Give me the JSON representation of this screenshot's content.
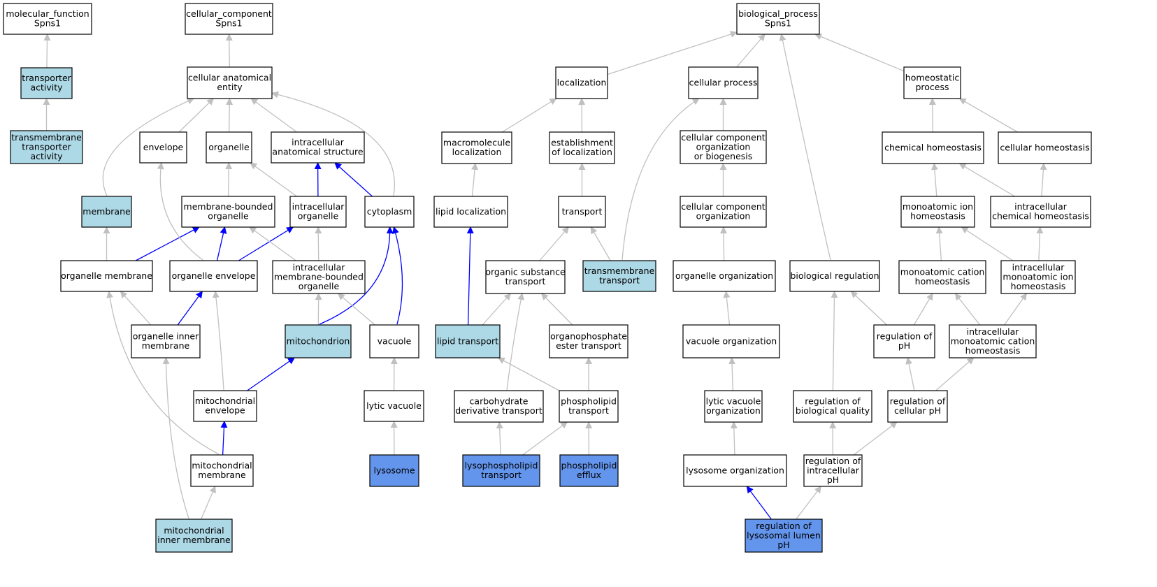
{
  "colors": {
    "plain": "#ffffff",
    "light": "#add8e6",
    "dark": "#6495ed",
    "edge_grey": "#c0c0c0",
    "edge_blue": "#0000ff"
  },
  "nodes": [
    {
      "id": "mf",
      "lines": [
        "molecular_function",
        "Spns1"
      ],
      "fill": "plain"
    },
    {
      "id": "cc",
      "lines": [
        "cellular_component",
        "Spns1"
      ],
      "fill": "plain"
    },
    {
      "id": "bp",
      "lines": [
        "biological_process",
        "Spns1"
      ],
      "fill": "plain"
    },
    {
      "id": "ta",
      "lines": [
        "transporter",
        "activity"
      ],
      "fill": "light"
    },
    {
      "id": "tta",
      "lines": [
        "transmembrane",
        "transporter",
        "activity"
      ],
      "fill": "light"
    },
    {
      "id": "cae",
      "lines": [
        "cellular anatomical",
        "entity"
      ],
      "fill": "plain"
    },
    {
      "id": "env",
      "lines": [
        "envelope"
      ],
      "fill": "plain"
    },
    {
      "id": "org",
      "lines": [
        "organelle"
      ],
      "fill": "plain"
    },
    {
      "id": "ias",
      "lines": [
        "intracellular",
        "anatomical structure"
      ],
      "fill": "plain"
    },
    {
      "id": "mem",
      "lines": [
        "membrane"
      ],
      "fill": "light"
    },
    {
      "id": "mbo",
      "lines": [
        "membrane-bounded",
        "organelle"
      ],
      "fill": "plain"
    },
    {
      "id": "io",
      "lines": [
        "intracellular",
        "organelle"
      ],
      "fill": "plain"
    },
    {
      "id": "cyt",
      "lines": [
        "cytoplasm"
      ],
      "fill": "plain"
    },
    {
      "id": "om",
      "lines": [
        "organelle membrane"
      ],
      "fill": "plain"
    },
    {
      "id": "oe",
      "lines": [
        "organelle envelope"
      ],
      "fill": "plain"
    },
    {
      "id": "imbo",
      "lines": [
        "intracellular",
        "membrane-bounded",
        "organelle"
      ],
      "fill": "plain"
    },
    {
      "id": "oim",
      "lines": [
        "organelle inner",
        "membrane"
      ],
      "fill": "plain"
    },
    {
      "id": "mito",
      "lines": [
        "mitochondrion"
      ],
      "fill": "light"
    },
    {
      "id": "vac",
      "lines": [
        "vacuole"
      ],
      "fill": "plain"
    },
    {
      "id": "me",
      "lines": [
        "mitochondrial",
        "envelope"
      ],
      "fill": "plain"
    },
    {
      "id": "lv",
      "lines": [
        "lytic vacuole"
      ],
      "fill": "plain"
    },
    {
      "id": "mm",
      "lines": [
        "mitochondrial",
        "membrane"
      ],
      "fill": "plain"
    },
    {
      "id": "lys",
      "lines": [
        "lysosome"
      ],
      "fill": "dark"
    },
    {
      "id": "mim",
      "lines": [
        "mitochondrial",
        "inner membrane"
      ],
      "fill": "light"
    },
    {
      "id": "loc",
      "lines": [
        "localization"
      ],
      "fill": "plain"
    },
    {
      "id": "cp",
      "lines": [
        "cellular process"
      ],
      "fill": "plain"
    },
    {
      "id": "hp",
      "lines": [
        "homeostatic",
        "process"
      ],
      "fill": "plain"
    },
    {
      "id": "ml",
      "lines": [
        "macromolecule",
        "localization"
      ],
      "fill": "plain"
    },
    {
      "id": "eol",
      "lines": [
        "establishment",
        "of localization"
      ],
      "fill": "plain"
    },
    {
      "id": "ccob",
      "lines": [
        "cellular component",
        "organization",
        "or biogenesis"
      ],
      "fill": "plain"
    },
    {
      "id": "ch",
      "lines": [
        "chemical homeostasis"
      ],
      "fill": "plain"
    },
    {
      "id": "cellh",
      "lines": [
        "cellular homeostasis"
      ],
      "fill": "plain"
    },
    {
      "id": "ll",
      "lines": [
        "lipid localization"
      ],
      "fill": "plain"
    },
    {
      "id": "tr",
      "lines": [
        "transport"
      ],
      "fill": "plain"
    },
    {
      "id": "cco",
      "lines": [
        "cellular component",
        "organization"
      ],
      "fill": "plain"
    },
    {
      "id": "mih",
      "lines": [
        "monoatomic ion",
        "homeostasis"
      ],
      "fill": "plain"
    },
    {
      "id": "ich",
      "lines": [
        "intracellular",
        "chemical homeostasis"
      ],
      "fill": "plain"
    },
    {
      "id": "ost",
      "lines": [
        "organic substance",
        "transport"
      ],
      "fill": "plain"
    },
    {
      "id": "tmt",
      "lines": [
        "transmembrane",
        "transport"
      ],
      "fill": "light"
    },
    {
      "id": "oo",
      "lines": [
        "organelle organization"
      ],
      "fill": "plain"
    },
    {
      "id": "br",
      "lines": [
        "biological regulation"
      ],
      "fill": "plain"
    },
    {
      "id": "mch",
      "lines": [
        "monoatomic cation",
        "homeostasis"
      ],
      "fill": "plain"
    },
    {
      "id": "imih",
      "lines": [
        "intracellular",
        "monoatomic ion",
        "homeostasis"
      ],
      "fill": "plain"
    },
    {
      "id": "lt",
      "lines": [
        "lipid transport"
      ],
      "fill": "light"
    },
    {
      "id": "oet",
      "lines": [
        "organophosphate",
        "ester transport"
      ],
      "fill": "plain"
    },
    {
      "id": "vo",
      "lines": [
        "vacuole organization"
      ],
      "fill": "plain"
    },
    {
      "id": "rph",
      "lines": [
        "regulation of",
        "pH"
      ],
      "fill": "plain"
    },
    {
      "id": "imch",
      "lines": [
        "intracellular",
        "monoatomic cation",
        "homeostasis"
      ],
      "fill": "plain"
    },
    {
      "id": "cdt",
      "lines": [
        "carbohydrate",
        "derivative transport"
      ],
      "fill": "plain"
    },
    {
      "id": "plt",
      "lines": [
        "phospholipid",
        "transport"
      ],
      "fill": "plain"
    },
    {
      "id": "lvo",
      "lines": [
        "lytic vacuole",
        "organization"
      ],
      "fill": "plain"
    },
    {
      "id": "rbq",
      "lines": [
        "regulation of",
        "biological quality"
      ],
      "fill": "plain"
    },
    {
      "id": "rcph",
      "lines": [
        "regulation of",
        "cellular pH"
      ],
      "fill": "plain"
    },
    {
      "id": "lplt",
      "lines": [
        "lysophospholipid",
        "transport"
      ],
      "fill": "dark"
    },
    {
      "id": "ple",
      "lines": [
        "phospholipid",
        "efflux"
      ],
      "fill": "dark"
    },
    {
      "id": "lo",
      "lines": [
        "lysosome organization"
      ],
      "fill": "plain"
    },
    {
      "id": "riph",
      "lines": [
        "regulation of",
        "intracellular",
        "pH"
      ],
      "fill": "plain"
    },
    {
      "id": "rllp",
      "lines": [
        "regulation of",
        "lysosomal lumen",
        "pH"
      ],
      "fill": "dark"
    }
  ],
  "edges": [
    {
      "from": "ta",
      "to": "mf",
      "color": "grey"
    },
    {
      "from": "tta",
      "to": "ta",
      "color": "grey"
    },
    {
      "from": "cae",
      "to": "cc",
      "color": "grey"
    },
    {
      "from": "env",
      "to": "cae",
      "color": "grey"
    },
    {
      "from": "org",
      "to": "cae",
      "color": "grey"
    },
    {
      "from": "ias",
      "to": "cae",
      "color": "grey"
    },
    {
      "from": "mem",
      "to": "cae",
      "color": "grey"
    },
    {
      "from": "cyt",
      "to": "cae",
      "color": "grey"
    },
    {
      "from": "mbo",
      "to": "org",
      "color": "grey"
    },
    {
      "from": "io",
      "to": "org",
      "color": "grey"
    },
    {
      "from": "io",
      "to": "ias",
      "color": "blue"
    },
    {
      "from": "cyt",
      "to": "ias",
      "color": "blue"
    },
    {
      "from": "om",
      "to": "mem",
      "color": "grey"
    },
    {
      "from": "om",
      "to": "mbo",
      "color": "blue"
    },
    {
      "from": "oe",
      "to": "mbo",
      "color": "blue"
    },
    {
      "from": "oe",
      "to": "io",
      "color": "blue"
    },
    {
      "from": "oe",
      "to": "env",
      "color": "grey"
    },
    {
      "from": "imbo",
      "to": "mbo",
      "color": "grey"
    },
    {
      "from": "imbo",
      "to": "io",
      "color": "grey"
    },
    {
      "from": "oim",
      "to": "om",
      "color": "grey"
    },
    {
      "from": "oim",
      "to": "oe",
      "color": "blue"
    },
    {
      "from": "mito",
      "to": "imbo",
      "color": "grey"
    },
    {
      "from": "mito",
      "to": "cyt",
      "color": "blue"
    },
    {
      "from": "vac",
      "to": "imbo",
      "color": "grey"
    },
    {
      "from": "vac",
      "to": "cyt",
      "color": "blue"
    },
    {
      "from": "me",
      "to": "oe",
      "color": "grey"
    },
    {
      "from": "me",
      "to": "mito",
      "color": "blue"
    },
    {
      "from": "lv",
      "to": "vac",
      "color": "grey"
    },
    {
      "from": "mm",
      "to": "me",
      "color": "blue"
    },
    {
      "from": "mm",
      "to": "om",
      "color": "grey"
    },
    {
      "from": "lys",
      "to": "lv",
      "color": "grey"
    },
    {
      "from": "mim",
      "to": "mm",
      "color": "grey"
    },
    {
      "from": "mim",
      "to": "oim",
      "color": "grey"
    },
    {
      "from": "loc",
      "to": "bp",
      "color": "grey"
    },
    {
      "from": "cp",
      "to": "bp",
      "color": "grey"
    },
    {
      "from": "hp",
      "to": "bp",
      "color": "grey"
    },
    {
      "from": "br",
      "to": "bp",
      "color": "grey"
    },
    {
      "from": "ml",
      "to": "loc",
      "color": "grey"
    },
    {
      "from": "eol",
      "to": "loc",
      "color": "grey"
    },
    {
      "from": "ccob",
      "to": "cp",
      "color": "grey"
    },
    {
      "from": "tmt",
      "to": "cp",
      "color": "grey"
    },
    {
      "from": "ch",
      "to": "hp",
      "color": "grey"
    },
    {
      "from": "cellh",
      "to": "hp",
      "color": "grey"
    },
    {
      "from": "ll",
      "to": "ml",
      "color": "grey"
    },
    {
      "from": "tr",
      "to": "eol",
      "color": "grey"
    },
    {
      "from": "cco",
      "to": "ccob",
      "color": "grey"
    },
    {
      "from": "mih",
      "to": "ch",
      "color": "grey"
    },
    {
      "from": "ich",
      "to": "ch",
      "color": "grey"
    },
    {
      "from": "ich",
      "to": "cellh",
      "color": "grey"
    },
    {
      "from": "lt",
      "to": "ll",
      "color": "blue"
    },
    {
      "from": "ost",
      "to": "tr",
      "color": "grey"
    },
    {
      "from": "tmt",
      "to": "tr",
      "color": "grey"
    },
    {
      "from": "oo",
      "to": "cco",
      "color": "grey"
    },
    {
      "from": "mch",
      "to": "mih",
      "color": "grey"
    },
    {
      "from": "imih",
      "to": "mih",
      "color": "grey"
    },
    {
      "from": "imih",
      "to": "ich",
      "color": "grey"
    },
    {
      "from": "lt",
      "to": "ost",
      "color": "grey"
    },
    {
      "from": "oet",
      "to": "ost",
      "color": "grey"
    },
    {
      "from": "cdt",
      "to": "ost",
      "color": "grey"
    },
    {
      "from": "vo",
      "to": "oo",
      "color": "grey"
    },
    {
      "from": "rph",
      "to": "br",
      "color": "grey"
    },
    {
      "from": "rph",
      "to": "mch",
      "color": "grey"
    },
    {
      "from": "imch",
      "to": "mch",
      "color": "grey"
    },
    {
      "from": "imch",
      "to": "imih",
      "color": "grey"
    },
    {
      "from": "plt",
      "to": "lt",
      "color": "grey"
    },
    {
      "from": "plt",
      "to": "oet",
      "color": "grey"
    },
    {
      "from": "lvo",
      "to": "vo",
      "color": "grey"
    },
    {
      "from": "rbq",
      "to": "br",
      "color": "grey"
    },
    {
      "from": "rcph",
      "to": "rph",
      "color": "grey"
    },
    {
      "from": "rcph",
      "to": "imch",
      "color": "grey"
    },
    {
      "from": "lplt",
      "to": "cdt",
      "color": "grey"
    },
    {
      "from": "lplt",
      "to": "plt",
      "color": "grey"
    },
    {
      "from": "ple",
      "to": "plt",
      "color": "grey"
    },
    {
      "from": "lo",
      "to": "lvo",
      "color": "grey"
    },
    {
      "from": "riph",
      "to": "rbq",
      "color": "grey"
    },
    {
      "from": "riph",
      "to": "rcph",
      "color": "grey"
    },
    {
      "from": "rllp",
      "to": "lo",
      "color": "blue"
    },
    {
      "from": "rllp",
      "to": "riph",
      "color": "grey"
    }
  ]
}
